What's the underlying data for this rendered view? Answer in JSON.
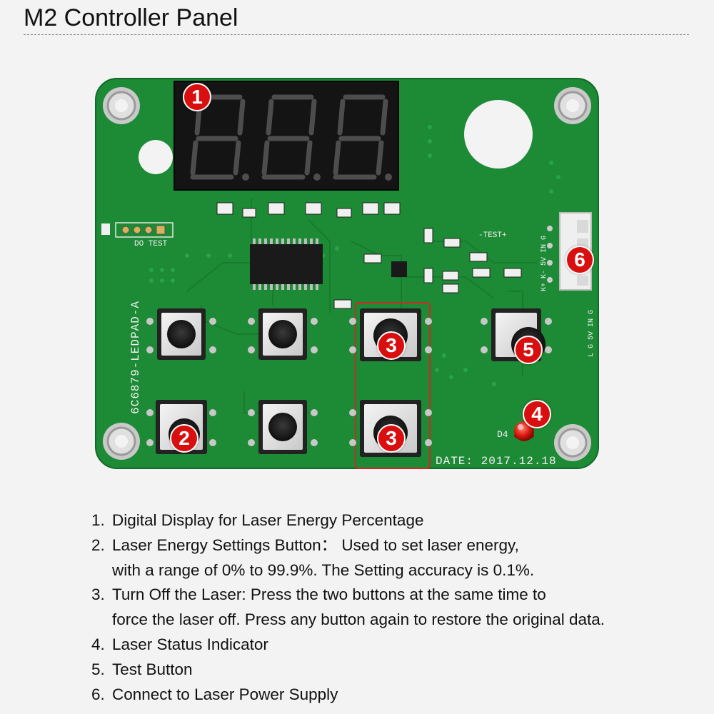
{
  "title": "M2 Controller Panel",
  "board": {
    "display_digits": "8.8.8.",
    "silkscreen": {
      "model": "6C6879-LEDPAD-A",
      "date": "DATE: 2017.12.18",
      "connector_left": "DO TEST",
      "test_label": "-TEST+",
      "led_label": "D4",
      "pins_top": "K+ K- 5V IN G",
      "pins_bottom": "L G 5V IN G"
    },
    "colors": {
      "pcb": "#1d8a35",
      "callout": "#d90f0f",
      "highlight": "#d0282a"
    }
  },
  "callouts": [
    "1",
    "2",
    "3",
    "3",
    "4",
    "5",
    "6"
  ],
  "legend": [
    {
      "num": "1.",
      "lines": [
        "Digital Display for Laser Energy Percentage"
      ]
    },
    {
      "num": "2.",
      "lines": [
        "Laser Energy Settings Button： Used to set laser energy,",
        "with a range of 0% to 99.9%. The Setting accuracy is 0.1%."
      ]
    },
    {
      "num": "3.",
      "lines": [
        "Turn Off the Laser: Press the two buttons at the same time to",
        "force the laser off. Press any button again to restore the original data."
      ]
    },
    {
      "num": "4.",
      "lines": [
        "Laser Status Indicator"
      ]
    },
    {
      "num": "5.",
      "lines": [
        "Test Button"
      ]
    },
    {
      "num": "6.",
      "lines": [
        "Connect to Laser Power Supply"
      ]
    }
  ]
}
